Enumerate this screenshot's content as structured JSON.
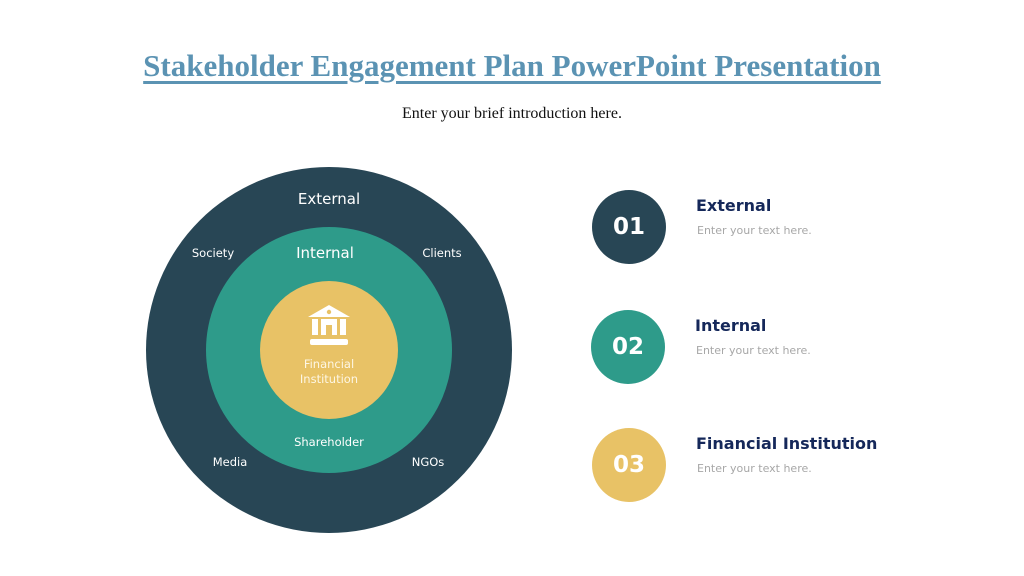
{
  "title": "Stakeholder Engagement Plan PowerPoint Presentation",
  "subtitle": "Enter your brief introduction here.",
  "colors": {
    "title": "#5b93b3",
    "external": "#284655",
    "internal": "#2e9b8a",
    "financial": "#e8c266",
    "item_title": "#15285a",
    "item_desc": "#a7a7a7"
  },
  "diagram": {
    "outer_label": "External",
    "middle_label": "Internal",
    "center_icon": "bank-icon",
    "center_label_1": "Financial",
    "center_label_2": "Institution",
    "stakeholders": {
      "society": "Society",
      "clients": "Clients",
      "media": "Media",
      "ngos": "NGOs",
      "shareholder": "Shareholder"
    }
  },
  "items": [
    {
      "number": "01",
      "title": "External",
      "desc": "Enter your text here."
    },
    {
      "number": "02",
      "title": "Internal",
      "desc": "Enter your text here."
    },
    {
      "number": "03",
      "title": "Financial Institution",
      "desc": "Enter your text here."
    }
  ]
}
